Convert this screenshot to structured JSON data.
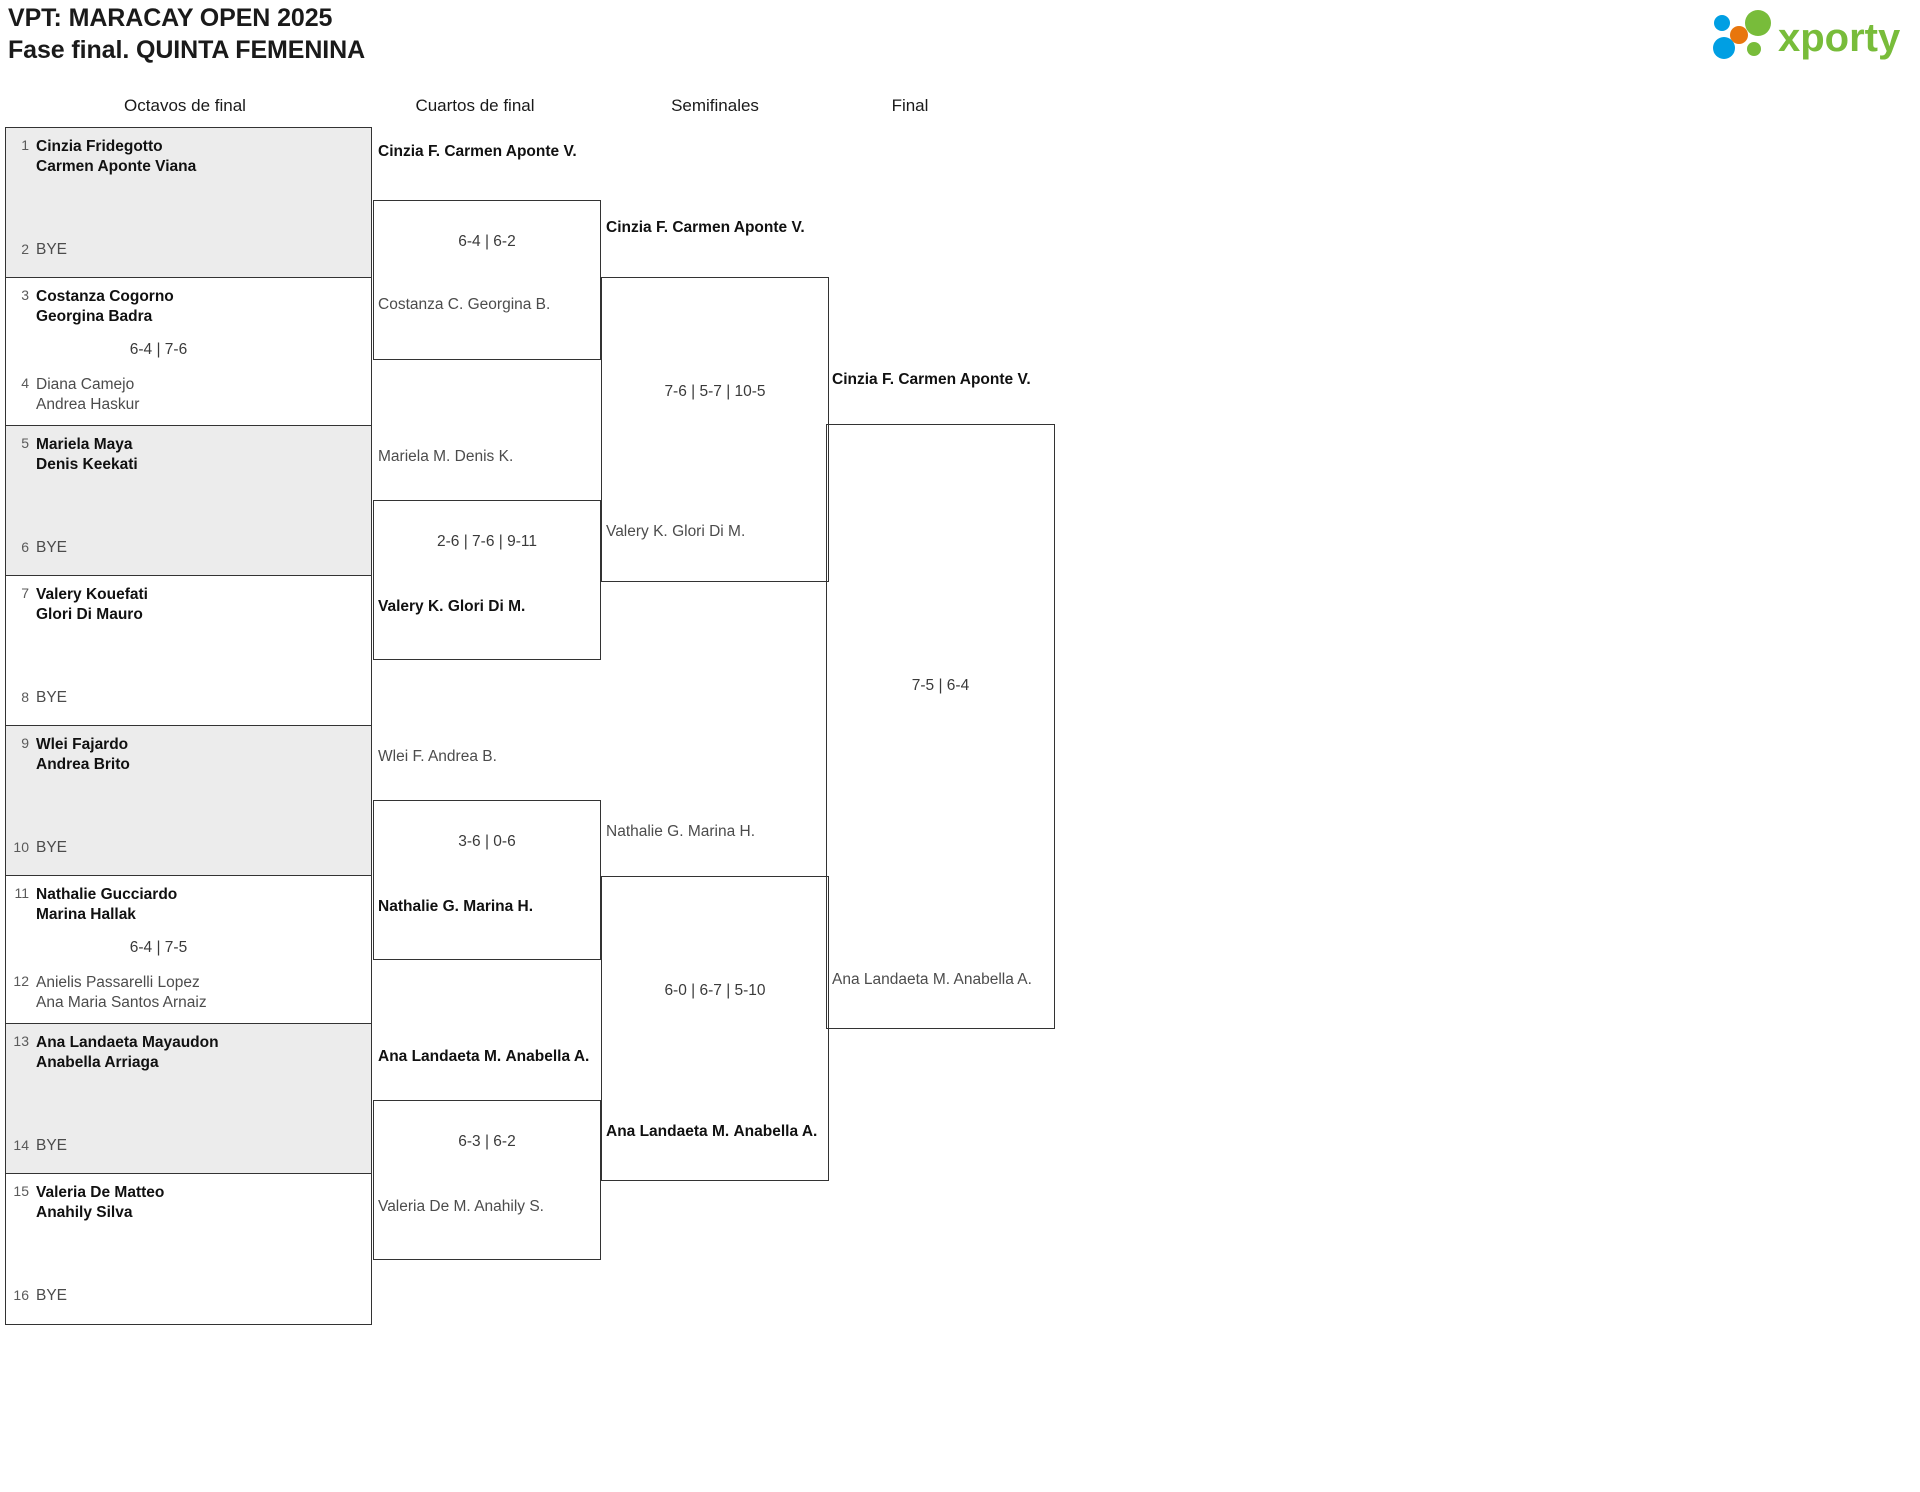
{
  "header": {
    "title_line1": "VPT: MARACAY OPEN 2025",
    "title_line2": "Fase final. QUINTA FEMENINA",
    "logo_text": "xporty",
    "logo_colors": {
      "green": "#78bc3a",
      "blue": "#009fe3",
      "orange": "#e8760d"
    }
  },
  "rounds": [
    {
      "label": "Octavos de final"
    },
    {
      "label": "Cuartos de final"
    },
    {
      "label": "Semifinales"
    },
    {
      "label": "Final"
    }
  ],
  "round1": {
    "pairs": [
      {
        "top": {
          "seed": "1",
          "line1": "Cinzia Fridegotto",
          "line2": "Carmen Aponte Viana",
          "status": "win"
        },
        "bottom": {
          "seed": "2",
          "line1": "BYE",
          "line2": "",
          "status": "bye"
        },
        "score": ""
      },
      {
        "top": {
          "seed": "3",
          "line1": "Costanza Cogorno",
          "line2": "Georgina Badra",
          "status": "win"
        },
        "bottom": {
          "seed": "4",
          "line1": "Diana Camejo",
          "line2": "Andrea Haskur",
          "status": "lose"
        },
        "score": "6-4 | 7-6"
      },
      {
        "top": {
          "seed": "5",
          "line1": "Mariela Maya",
          "line2": "Denis Keekati",
          "status": "win"
        },
        "bottom": {
          "seed": "6",
          "line1": "BYE",
          "line2": "",
          "status": "bye"
        },
        "score": ""
      },
      {
        "top": {
          "seed": "7",
          "line1": "Valery Kouefati",
          "line2": "Glori Di Mauro",
          "status": "win"
        },
        "bottom": {
          "seed": "8",
          "line1": "BYE",
          "line2": "",
          "status": "bye"
        },
        "score": ""
      },
      {
        "top": {
          "seed": "9",
          "line1": "Wlei Fajardo",
          "line2": "Andrea Brito",
          "status": "win"
        },
        "bottom": {
          "seed": "10",
          "line1": "BYE",
          "line2": "",
          "status": "bye"
        },
        "score": ""
      },
      {
        "top": {
          "seed": "11",
          "line1": "Nathalie Gucciardo",
          "line2": "Marina Hallak",
          "status": "win"
        },
        "bottom": {
          "seed": "12",
          "line1": "Anielis Passarelli Lopez",
          "line2": "Ana Maria Santos Arnaiz",
          "status": "lose"
        },
        "score": "6-4 | 7-5"
      },
      {
        "top": {
          "seed": "13",
          "line1": "Ana Landaeta Mayaudon",
          "line2": "Anabella Arriaga",
          "status": "win"
        },
        "bottom": {
          "seed": "14",
          "line1": "BYE",
          "line2": "",
          "status": "bye"
        },
        "score": ""
      },
      {
        "top": {
          "seed": "15",
          "line1": "Valeria De Matteo",
          "line2": "Anahily Silva",
          "status": "win"
        },
        "bottom": {
          "seed": "16",
          "line1": "BYE",
          "line2": "",
          "status": "bye"
        },
        "score": ""
      }
    ]
  },
  "round2": {
    "matches": [
      {
        "top": {
          "line1": "Cinzia F.",
          "line2": "Carmen Aponte V.",
          "status": "win"
        },
        "bottom": {
          "line1": "Costanza C.",
          "line2": "Georgina B.",
          "status": "lose"
        },
        "score": "6-4 | 6-2"
      },
      {
        "top": {
          "line1": "Mariela M.",
          "line2": "Denis K.",
          "status": "lose"
        },
        "bottom": {
          "line1": "Valery K.",
          "line2": "Glori Di M.",
          "status": "win"
        },
        "score": "2-6 | 7-6 | 9-11"
      },
      {
        "top": {
          "line1": "Wlei F.",
          "line2": "Andrea B.",
          "status": "lose"
        },
        "bottom": {
          "line1": "Nathalie G.",
          "line2": "Marina H.",
          "status": "win"
        },
        "score": "3-6 | 0-6"
      },
      {
        "top": {
          "line1": "Ana Landaeta M.",
          "line2": "Anabella A.",
          "status": "win"
        },
        "bottom": {
          "line1": "Valeria De M.",
          "line2": "Anahily S.",
          "status": "lose"
        },
        "score": "6-3 | 6-2"
      }
    ]
  },
  "round3": {
    "matches": [
      {
        "top": {
          "line1": "Cinzia F.",
          "line2": "Carmen Aponte V.",
          "status": "win"
        },
        "bottom": {
          "line1": "Valery K.",
          "line2": "Glori Di M.",
          "status": "lose"
        },
        "score": "7-6 | 5-7 | 10-5"
      },
      {
        "top": {
          "line1": "Nathalie G.",
          "line2": "Marina H.",
          "status": "lose"
        },
        "bottom": {
          "line1": "Ana Landaeta M.",
          "line2": "Anabella A.",
          "status": "win"
        },
        "score": "6-0 | 6-7 | 5-10"
      }
    ]
  },
  "round4": {
    "matches": [
      {
        "top": {
          "line1": "Cinzia F.",
          "line2": "Carmen Aponte V.",
          "status": "win"
        },
        "bottom": {
          "line1": "Ana Landaeta M.",
          "line2": "Anabella A.",
          "status": "lose"
        },
        "score": "7-5 | 6-4"
      }
    ]
  }
}
